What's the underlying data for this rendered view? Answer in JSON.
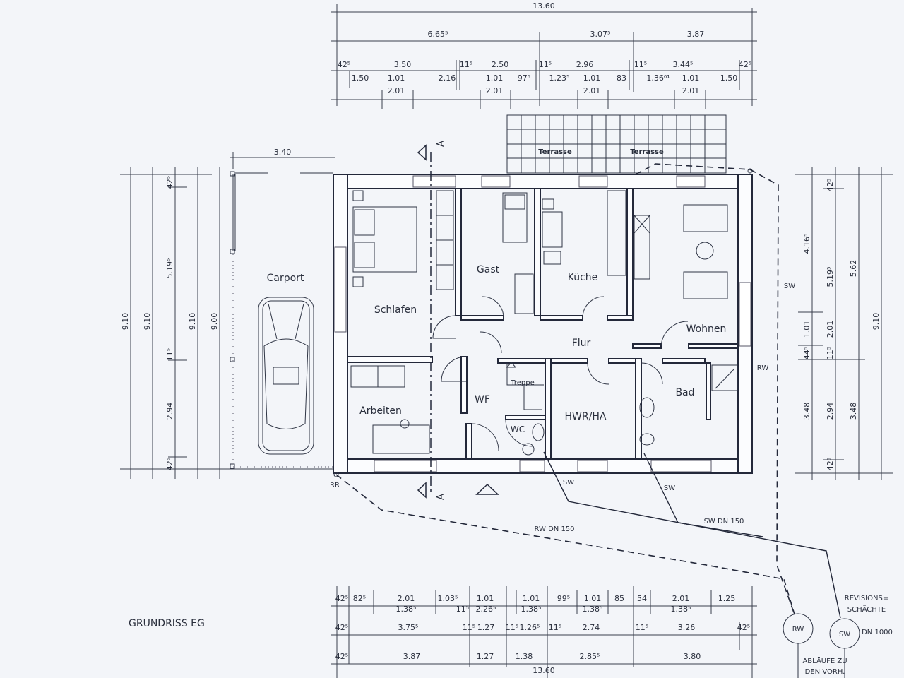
{
  "title": "GRUNDRISS EG",
  "rooms": {
    "schlafen": "Schlafen",
    "gast": "Gast",
    "kueche": "Küche",
    "wohnen": "Wohnen",
    "flur": "Flur",
    "arbeiten": "Arbeiten",
    "wf": "WF",
    "wc": "WC",
    "hwr": "HWR/HA",
    "bad": "Bad",
    "treppe": "Treppe",
    "carport": "Carport",
    "terrasse_1": "Terrasse",
    "terrasse_2": "Terrasse"
  },
  "section_marker": "A",
  "drainage": {
    "sw": "SW",
    "rw": "RW",
    "rr": "RR",
    "rw_dn": "RW DN 150",
    "sw_dn": "SW DN 150",
    "shaft_rw": "RW",
    "shaft_sw": "SW",
    "revision_1": "REVISIONS=",
    "revision_2": "SCHÄCHTE",
    "dn": "DN 1000",
    "ablaeufe_1": "ABLÄUFE ZU",
    "ablaeufe_2": "DEN VORH."
  },
  "dimensions": {
    "top": [
      "13.60",
      "6.65⁵",
      "3.07⁵",
      "3.87",
      "42⁵",
      "3.50",
      "11⁵",
      "2.50",
      "11⁵",
      "2.96",
      "11⁵",
      "3.44⁵",
      "42⁵",
      "1.50",
      "1.01",
      "2.16",
      "1.01",
      "97⁵",
      "1.23⁵",
      "1.01",
      "83",
      "1.36⁰¹",
      "1.01",
      "1.50",
      "2.01",
      "2.01",
      "2.01",
      "2.01"
    ],
    "bottom": [
      "42⁵",
      "82⁵",
      "2.01",
      "1.03⁵",
      "1.01",
      "1.01",
      "99⁵",
      "1.01",
      "85",
      "54",
      "2.01",
      "1.25",
      "1.38⁵",
      "11⁵",
      "2.26⁵",
      "1.38⁵",
      "1.38⁵",
      "1.38⁵",
      "42⁵",
      "3.75⁵",
      "11⁵",
      "1.27",
      "11⁵",
      "1.26⁵",
      "11⁵",
      "2.74",
      "11⁵",
      "3.26",
      "42⁵",
      "42⁵",
      "3.87",
      "1.27",
      "1.38",
      "2.85⁵",
      "3.80",
      "13.60"
    ],
    "left": [
      "9.10",
      "9.10",
      "9.10",
      "9.00",
      "42⁵",
      "5.19⁵",
      "11⁵",
      "2.94",
      "42⁵"
    ],
    "carport_width": "3.40",
    "right": [
      "4.16⁵",
      "1.01",
      "44⁵",
      "3.48",
      "42⁵",
      "5.19⁵",
      "2.01",
      "11⁵",
      "2.94",
      "42⁵",
      "5.62",
      "3.48",
      "9.10"
    ]
  }
}
